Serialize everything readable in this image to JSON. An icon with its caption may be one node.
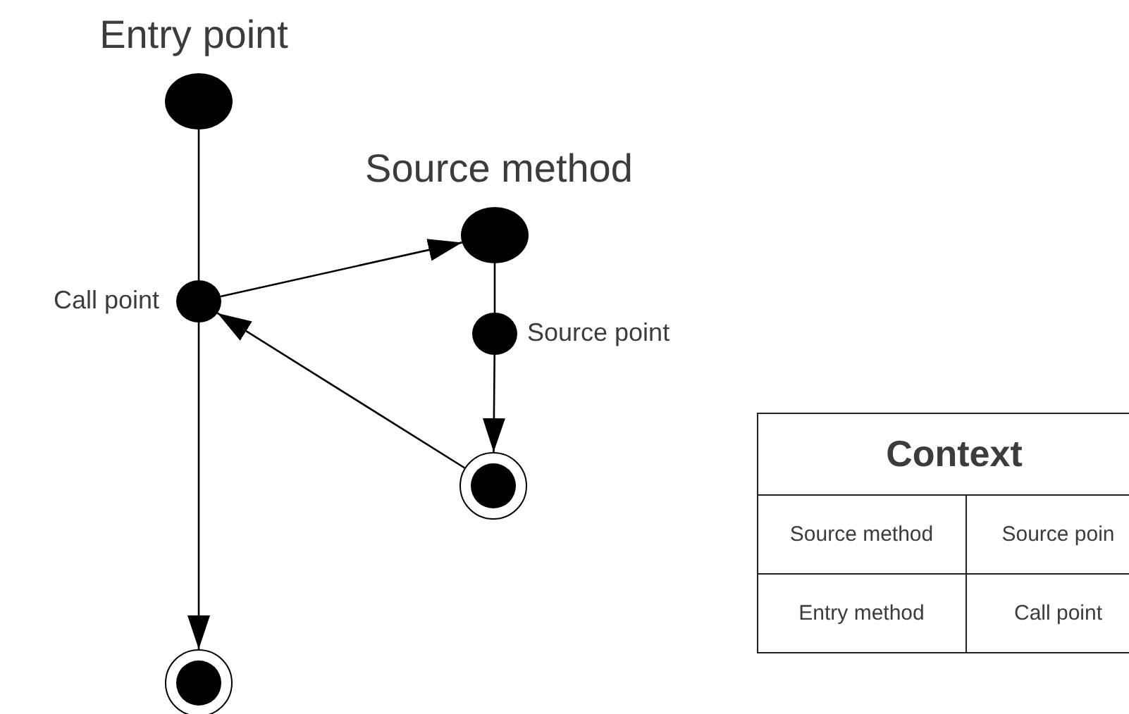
{
  "diagram": {
    "nodes": [
      {
        "text": [
          "Entry point"
        ]
      },
      {
        "text": [
          "Source method"
        ]
      },
      {
        "text": [
          "Call point"
        ]
      },
      {
        "text": [
          "Source point"
        ]
      },
      {
        "text": [],
        "shape": "circle"
      },
      {
        "text": [],
        "shape": "circle"
      }
    ],
    "edges": [
      {
        "from": 0,
        "to": 2,
        "arrow": "none"
      },
      {
        "from": 2,
        "to": 1,
        "arrow": "to"
      },
      {
        "from": 1,
        "to": 3,
        "arrow": "none"
      },
      {
        "from": 3,
        "to": 4,
        "arrow": "to"
      },
      {
        "from": 4,
        "to": 2,
        "arrow": "to"
      },
      {
        "from": 2,
        "to": 5,
        "arrow": "to"
      }
    ],
    "labels": [
      "Context",
      "Source method",
      "Source poin",
      "Entry method",
      "Call point"
    ]
  }
}
